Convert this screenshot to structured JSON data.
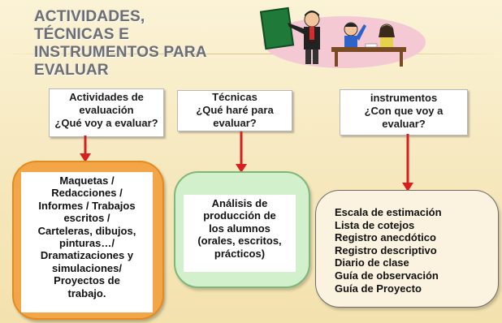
{
  "title": {
    "lines": [
      "ACTIVIDADES,",
      "TÉCNICAS E",
      "INSTRUMENTOS PARA",
      "EVALUAR"
    ]
  },
  "headers": {
    "actividades": [
      "Actividades de",
      "evaluación",
      "¿Qué voy a evaluar?"
    ],
    "tecnicas": [
      "Técnicas",
      "¿Qué haré para",
      "evaluar?"
    ],
    "instrumentos": [
      "instrumentos",
      "¿Con que voy a",
      "evaluar?"
    ]
  },
  "boxes": {
    "actividades": [
      "Maquetas /",
      "Redacciones /",
      "Informes / Trabajos",
      "escritos /",
      "Carteleras, dibujos,",
      "pinturas…/",
      "Dramatizaciones y",
      "simulaciones/",
      "Proyectos de",
      "trabajo."
    ],
    "tecnicas": [
      "Análisis de",
      "producción de",
      "los alumnos",
      "(orales, escritos,",
      "prácticos)"
    ],
    "instrumentos": [
      "Escala de estimación",
      "Lista de cotejos",
      "Registro anecdótico",
      "Registro descriptivo",
      "Diario de clase",
      "Guía de observación",
      "Guía de Proyecto"
    ]
  },
  "colors": {
    "arrow": "#d91e1e",
    "orange_panel": "#f2a648",
    "green_panel": "#d2f0cc",
    "cream_panel": "#fbf3e0",
    "title_text": "#6e6e6e"
  },
  "icons": {
    "illustration": "teacher-and-students-clipart"
  }
}
